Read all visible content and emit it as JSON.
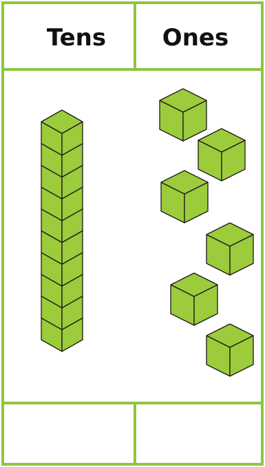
{
  "table": {
    "headers": [
      "Tens",
      "Ones"
    ],
    "answers": [
      "",
      ""
    ]
  },
  "blocks": {
    "tens_rods": 1,
    "cubes_per_rod": 10,
    "ones_cubes": 6
  },
  "colors": {
    "grid_line": "#8dc63f",
    "block_face": "#9ccb3b",
    "block_outline": "#1a1a1a",
    "text": "#111111",
    "background": "#ffffff"
  }
}
